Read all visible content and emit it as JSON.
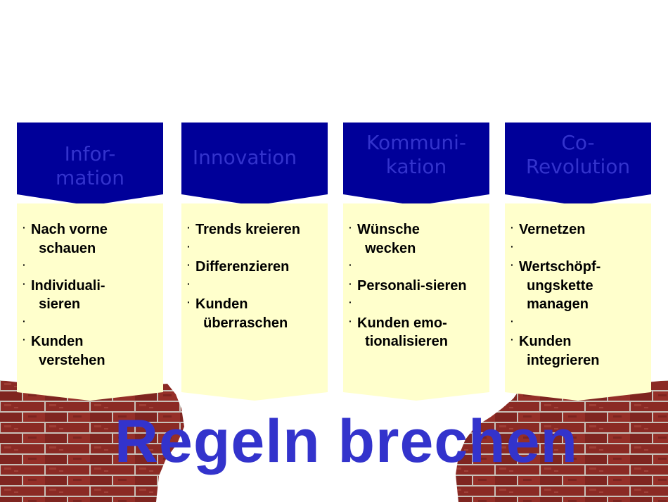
{
  "title": "Regeln brechen",
  "colors": {
    "header_fill": "#000099",
    "header_text": "#3333cc",
    "body_fill": "#ffffcc",
    "title_text": "#3333cc",
    "brick": "#8b2a24",
    "mortar": "#c8c0b8"
  },
  "pillars": [
    {
      "heading": "Infor-\nmation",
      "items": [
        "Nach vorne\n  schauen",
        "",
        "Individuali-\n  sieren",
        "",
        "Kunden\n  verstehen"
      ]
    },
    {
      "heading": "Innovation",
      "items": [
        "Trends kreieren",
        "",
        "Differenzieren",
        "",
        "Kunden\n  überraschen"
      ]
    },
    {
      "heading": "Kommuni-\nkation",
      "items": [
        "Wünsche\n  wecken",
        "",
        "Personali-sieren",
        "",
        "Kunden emo-\n  tionalisieren"
      ]
    },
    {
      "heading": "Co-\nRevolution",
      "items": [
        "Vernetzen",
        "",
        "Wertschöpf-\n  ungskette\n  managen",
        "",
        "Kunden\n  integrieren"
      ]
    }
  ]
}
